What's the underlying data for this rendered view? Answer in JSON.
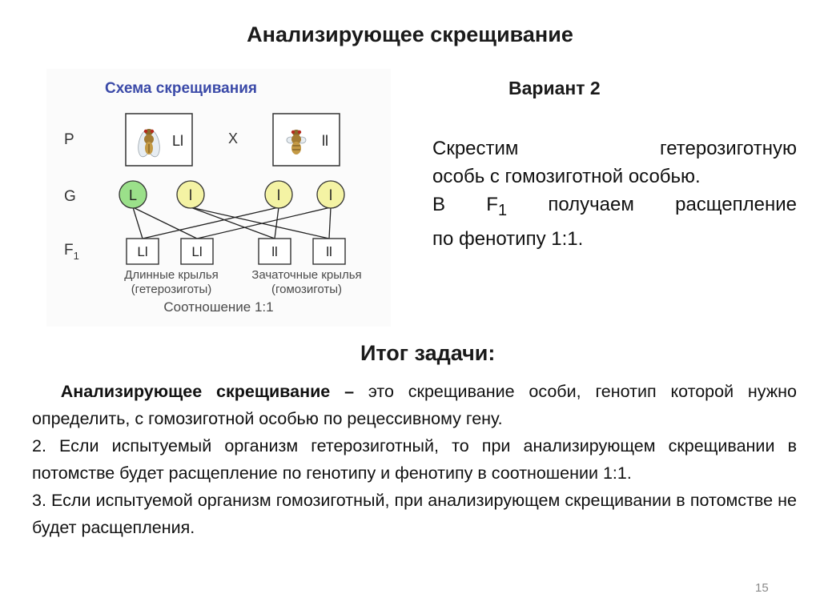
{
  "slide": {
    "title": "Анализирующее скрещивание",
    "page_number": "15"
  },
  "scheme": {
    "title": "Схема скрещивания",
    "row_labels": {
      "p": "P",
      "g": "G",
      "f1_main": "F",
      "f1_sub": "1"
    },
    "parent_left_genotype": "Ll",
    "parent_right_genotype": "ll",
    "cross_sign": "X",
    "gametes": [
      "L",
      "l",
      "l",
      "l"
    ],
    "offspring": [
      "Ll",
      "Ll",
      "ll",
      "ll"
    ],
    "caption_long_1": "Длинные крылья",
    "caption_long_2": "(гетерозиготы)",
    "caption_vestigial_1": "Зачаточные крылья",
    "caption_vestigial_2": "(гомозиготы)",
    "ratio": "Соотношение 1:1",
    "colors": {
      "dominant_gamete": "#9be08a",
      "recessive_gamete": "#f4f3a4",
      "title": "#3b4aa8",
      "caption": "#4a4a4a",
      "background": "#fbfbfb"
    },
    "icons": [
      "fruit-fly-long-wings-icon",
      "fruit-fly-vestigial-wings-icon"
    ]
  },
  "variant": {
    "label": "Вариант 2",
    "line1_left": "Скрестим",
    "line1_right": "гетерозиготную",
    "line2": "особь с гомозиготной особью.",
    "line3_prefix": "В F",
    "line3_sub": "1",
    "line3_suffix": " получаем расщепление",
    "line4": "по фенотипу 1:1."
  },
  "summary": {
    "title": "Итог задачи:",
    "term": "Анализирующее скрещивание –",
    "definition": " это скрещивание особи, генотип которой нужно определить, с гомозиготной особью по рецессивному гену.",
    "point2": "2. Если испытуемый организм гетерозиготный, то при анализирующем скрещивании в потомстве будет расщепление по генотипу и фенотипу в соотношении 1:1.",
    "point3": "3. Если испытуемой организм гомозиготный, при анализирующем скрещивании в потомстве не будет расщепления."
  }
}
